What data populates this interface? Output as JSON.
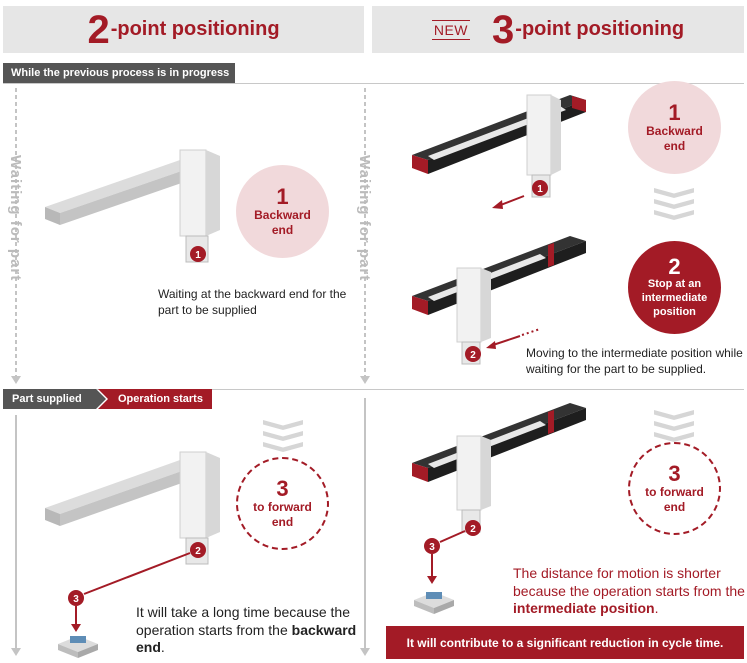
{
  "header_left": {
    "big": "2",
    "rest": "-point positioning"
  },
  "header_right": {
    "new": "NEW",
    "big": "3",
    "rest": "-point positioning"
  },
  "tag_progress": "While the previous process is in progress",
  "tag_supplied": "Part supplied",
  "tag_operation": "Operation starts",
  "side_waiting_left": "Waiting for part",
  "side_waiting_right": "Waiting for part",
  "left_top": {
    "circle_num": "1",
    "circle_label": "Backward end",
    "caption": "Waiting at the backward end for the part to be supplied",
    "badge": "1"
  },
  "right_top": {
    "circle1_num": "1",
    "circle1_label": "Backward end",
    "circle2_num": "2",
    "circle2_label": "Stop at an intermediate position",
    "caption": "Moving to the intermediate position while waiting for the part to be supplied.",
    "badge1": "1",
    "badge2": "2"
  },
  "left_bottom": {
    "circle_num": "3",
    "circle_label": "to forward end",
    "caption_pre": "It will take a long time because the operation starts from the ",
    "caption_bold": "backward end",
    "caption_post": ".",
    "badge2": "2",
    "badge3": "3"
  },
  "right_bottom": {
    "circle_num": "3",
    "circle_label": "to forward end",
    "caption_pre": "The distance for motion is shorter because the operation starts from the ",
    "caption_bold": "intermediate position",
    "caption_post": ".",
    "badge2": "2",
    "badge3": "3"
  },
  "footer": "It will contribute to a significant reduction in cycle time.",
  "colors": {
    "accent": "#a31b26",
    "pink": "#f1d9db",
    "gray_bar": "#555555",
    "header_bg": "#e6e6e6"
  }
}
